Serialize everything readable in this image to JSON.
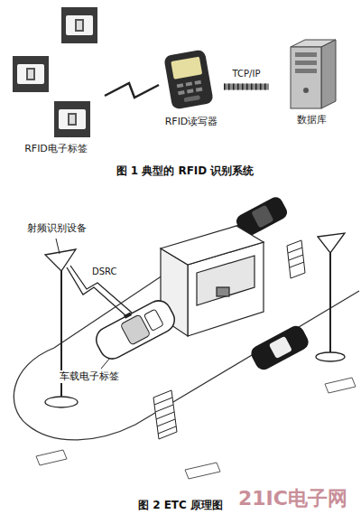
{
  "diagram": {
    "nodes": [
      {
        "text": [
          "RFID电子标签"
        ]
      },
      {
        "text": [
          "RFID读写器"
        ]
      },
      {
        "text": [
          "数据库"
        ]
      }
    ],
    "edges": [
      {
        "from": 0,
        "to": 1,
        "arrow": "none"
      },
      {
        "from": 1,
        "to": 2,
        "label": "TCP/IP",
        "arrow": "none"
      }
    ],
    "labels": [
      "图 1 典型的 RFID 识别系统",
      "射频识别设备",
      "DSRC",
      "车载电子标签",
      "图 2 ETC 原理图",
      "21IC电子网"
    ]
  }
}
